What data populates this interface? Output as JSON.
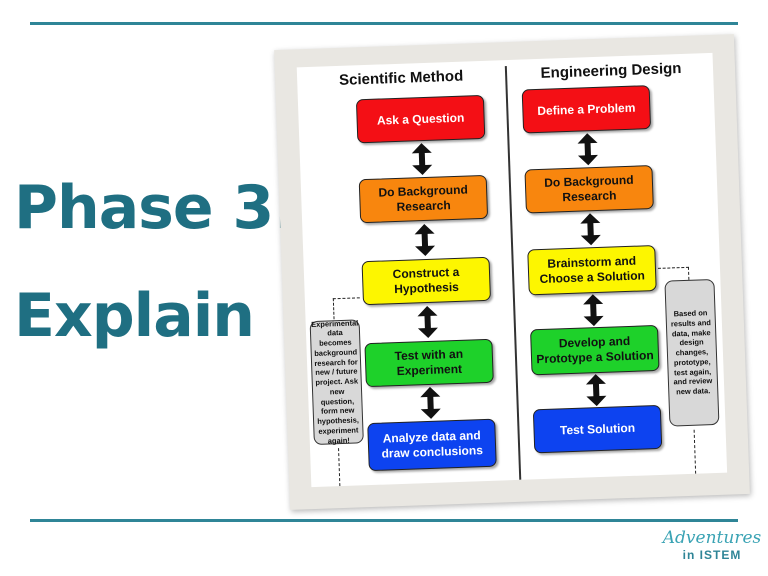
{
  "headline": {
    "line1": "Phase 3:",
    "line2": "Explain"
  },
  "diagram": {
    "left_title": "Scientific Method",
    "right_title": "Engineering Design",
    "scientific_steps": [
      "Ask a Question",
      "Do Background Research",
      "Construct a Hypothesis",
      "Test with an Experiment",
      "Analyze data and draw conclusions"
    ],
    "engineering_steps": [
      "Define a Problem",
      "Do Background Research",
      "Brainstorm and Choose a Solution",
      "Develop and Prototype a Solution",
      "Test Solution"
    ],
    "left_note": "Experimental data becomes background research for new / future project. Ask new question, form new hypothesis, experiment again!",
    "right_note": "Based on results and data, make design changes, prototype, test again, and review new data.",
    "step_colors": [
      "#f40f15",
      "#f8860e",
      "#fdf600",
      "#1ed12a",
      "#0d43f0"
    ]
  },
  "brand": {
    "script": "Adventures",
    "sub": "in ISTEM"
  },
  "colors": {
    "accent": "#2f8597",
    "headline": "#1f6f82"
  }
}
